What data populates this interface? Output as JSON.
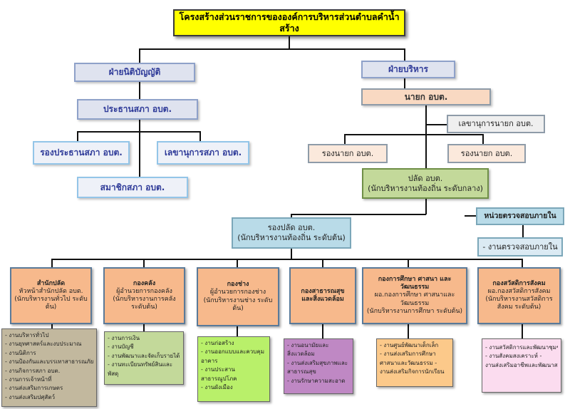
{
  "title": "โครงสร้างส่วนราชการขององค์การบริหารส่วนตำบลคำน้ำสร้าง",
  "legislative": {
    "header": "ฝ่ายนิติบัญญัติ",
    "chair": "ประธานสภา อบต.",
    "vice_chair": "รองประธานสภา อบต.",
    "secretary": "เลขานุการสภา อบต.",
    "members": "สมาชิกสภา อบต."
  },
  "executive": {
    "header": "ฝ่ายบริหาร",
    "mayor": "นายก อบต.",
    "mayor_secretary": "เลขานุการนายก อบต.",
    "deputy_mayor_1": "รองนายก อบต.",
    "deputy_mayor_2": "รองนายก อบต.",
    "clerk_line1": "ปลัด อบต.",
    "clerk_line2": "(นักบริหารงานท้องถิ่น ระดับกลาง)",
    "deputy_clerk_line1": "รองปลัด อบต.",
    "deputy_clerk_line2": "(นักบริหารงานท้องถิ่น ระดับต้น)",
    "audit_unit": "หน่วยตรวจสอบภายใน",
    "audit_task": "- งานตรวจสอบภายใน"
  },
  "divisions": [
    {
      "name": "สำนักปลัด",
      "head": "หัวหน้าสำนักปลัด อบต.",
      "level": "(นักบริหารงานทั่วไป ระดับต้น)",
      "tasks": [
        "- งานบริหารทั่วไป",
        "- งานยุทศาสตร์และงบประมาณ",
        "- งานนิติการ",
        "- งานป้องกันและบรรเทาสาธารณภัย",
        "- งานกิจการสภา อบต.",
        "- งานการเจ้าหน้าที่",
        "- งานส่งเสริมการเกษตร",
        "- งานส่งเสริมปศุสัตว์"
      ]
    },
    {
      "name": "กองคลัง",
      "head": "ผู้อำนวยการกองคลัง",
      "level": "(นักบริหารงานการคลัง ระดับต้น)",
      "tasks": [
        "- งานการเงิน",
        "- งานบัญชี",
        "- งานพัฒนาและจัดเก็บรายได้",
        "- งานทะเบียนทรัพย์สินและ",
        "พัสดุ"
      ]
    },
    {
      "name": "กองช่าง",
      "head": "ผู้อำนวยการกองช่าง",
      "level": "(นักบริหารงานช่าง ระดับต้น)",
      "tasks": [
        "- งานก่อสร้าง",
        "- งานออกแบบและควบคุม",
        "อาคาร",
        "- งานประสาน",
        "สาธารณูปโภค",
        "- งานผังเมือง"
      ]
    },
    {
      "name": "กองสาธารณสุข",
      "name2": "และสิ่งแวดล้อม",
      "head": "",
      "level": "",
      "tasks": [
        "- งานอนามัยและ",
        "สิ่งแวดล้อม",
        "- งานส่งเสริมสุขภาพและ",
        "สาธารณสุข",
        "- งานรักษาความสะอาด"
      ]
    },
    {
      "name": "กองการศึกษา ศาสนา และวัฒนธรรม",
      "head": "ผอ.กองการศึกษา ศาสนาและวัฒนธรรม",
      "level": "(นักบริหารงานการศึกษา ระดับต้น)",
      "tasks": [
        "- งานศูนย์พัฒนาเด็กเล็ก",
        "- งานส่งเสริมการศึกษา",
        "ศาสนาและวัฒนธรรม   -",
        "งานส่งเสริมกิจการนักเรียน"
      ]
    },
    {
      "name": "กองสวัสดิการสังคม",
      "head": "ผอ.กองสวัสดิการสังคม",
      "level": "(นักบริหารงานสวัสดิการ สังคม ระดับต้น)",
      "tasks": [
        "- งานสวัสดิการและพัฒนาชุมชน",
        "- งานสังคมสงเคราะห์        -",
        "งานส่งเสริมอาชีพและพัฒนาสตรี"
      ]
    }
  ],
  "colors": {
    "title_bg": "#ffff00",
    "task_colors": [
      "#c2b89e",
      "#c3d99a",
      "#b9f06a",
      "#bf88c4",
      "#fcc98a",
      "#fbdcef"
    ]
  }
}
